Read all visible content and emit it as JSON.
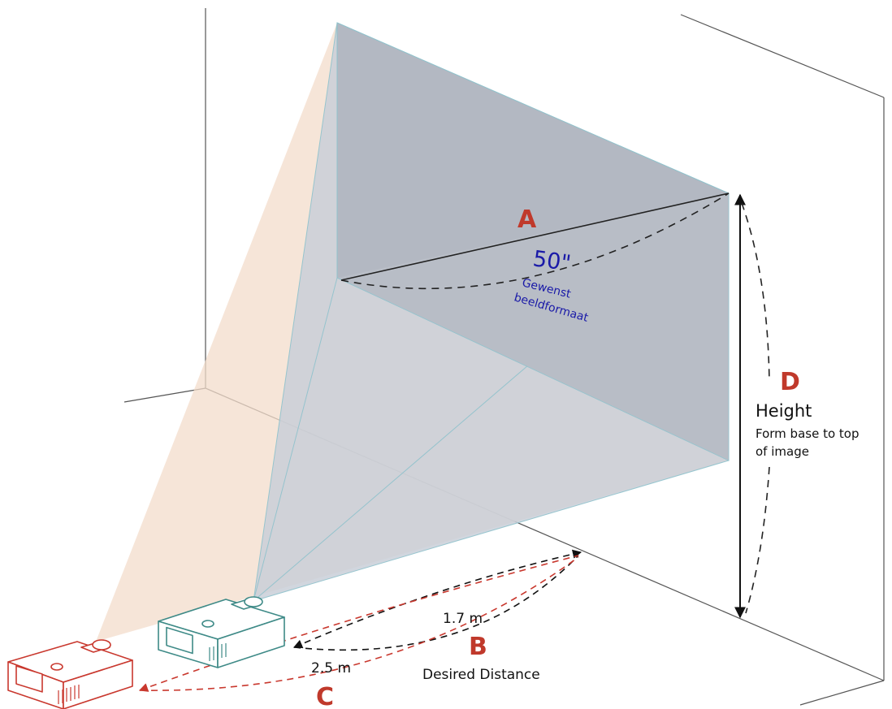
{
  "labels": {
    "a": "A",
    "b": "B",
    "c": "C",
    "d": "D",
    "size": "50\"",
    "size_caption_1": "Gewenst",
    "size_caption_2": "beeldformaat",
    "height_title": "Height",
    "height_desc_1": "Form base to top",
    "height_desc_2": "of image",
    "dist_near": "1.7 m",
    "dist_far": "2.5 m",
    "desired_distance": "Desired Distance"
  },
  "colors": {
    "label_red": "#c0392b",
    "caption_blue": "#1a1aa8",
    "screen_fill": "#b3b8c2",
    "beam_near": "#c9cfd8",
    "beam_far": "#f3dccb",
    "projector_near": "#3e8a87",
    "projector_far": "#c9382e",
    "wall_line": "#555555"
  },
  "icons": {
    "projector_near": "projector-icon",
    "projector_far": "projector-icon"
  }
}
